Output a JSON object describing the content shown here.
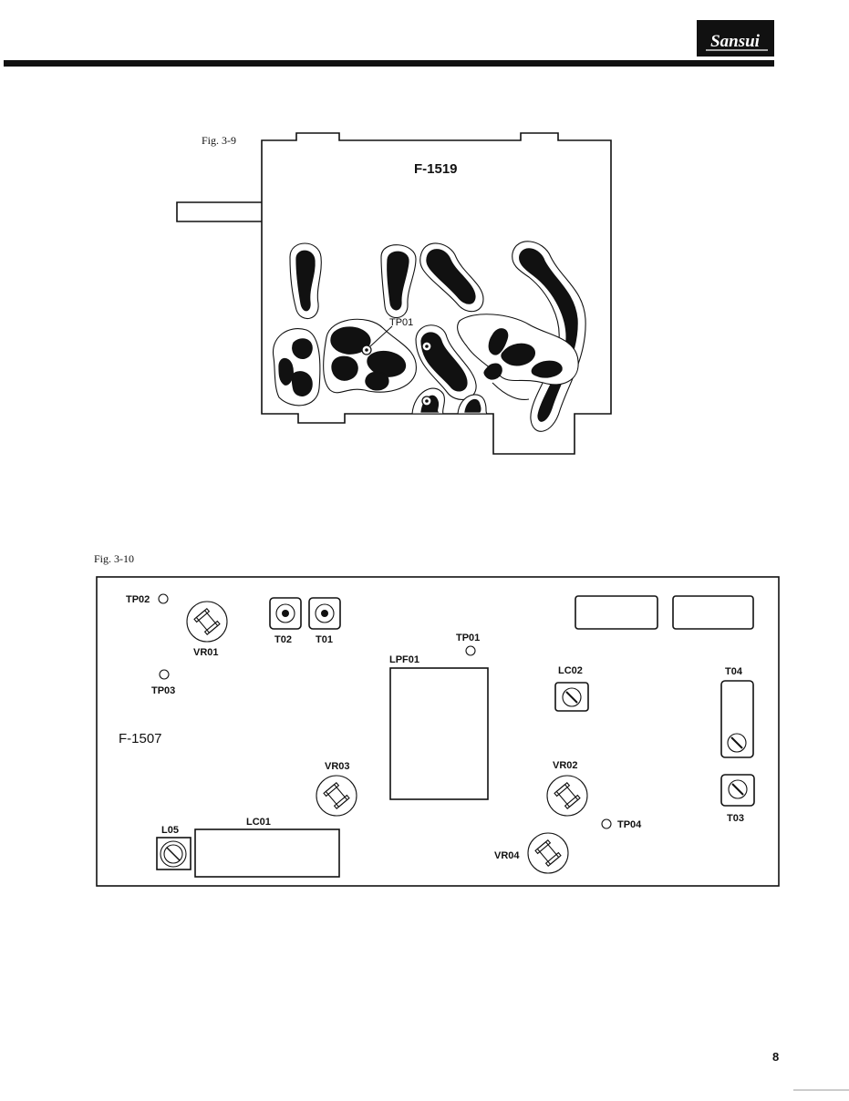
{
  "header": {
    "brand_logo": "Sansui",
    "page_number": "8"
  },
  "fig9": {
    "caption": "Fig. 3-9",
    "board_label": "F-1519",
    "test_point": "TP01"
  },
  "fig10": {
    "caption": "Fig. 3-10",
    "board_label": "F-1507",
    "labels": {
      "tp02": "TP02",
      "vr01": "VR01",
      "t02": "T02",
      "t01": "T01",
      "tp01": "TP01",
      "lpf01": "LPF01",
      "tp03": "TP03",
      "lc02": "LC02",
      "t04": "T04",
      "vr03": "VR03",
      "vr02": "VR02",
      "t03": "T03",
      "l05": "L05",
      "lc01": "LC01",
      "tp04": "TP04",
      "vr04": "VR04"
    }
  },
  "colors": {
    "ink": "#111111",
    "paper": "#ffffff"
  }
}
